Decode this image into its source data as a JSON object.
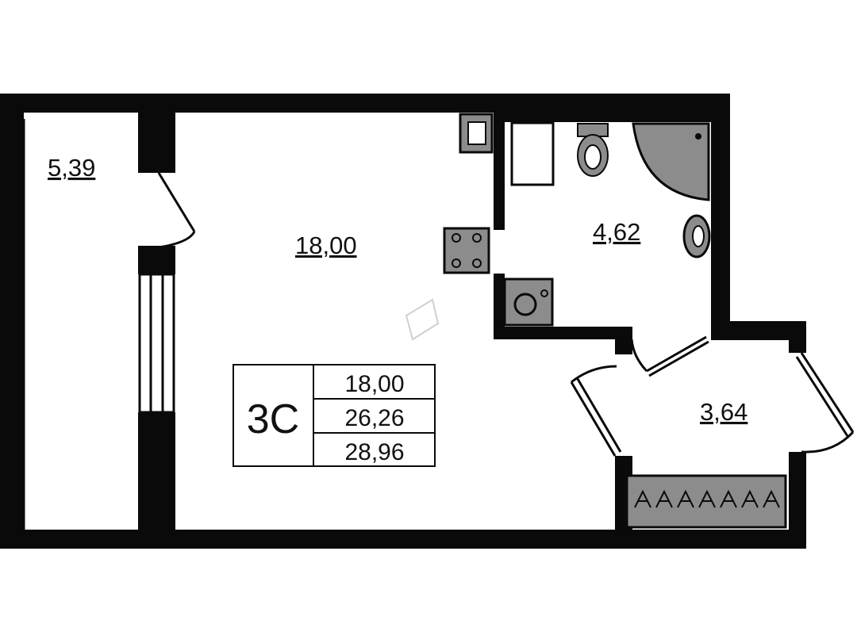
{
  "rooms": {
    "balcony_area": "5,39",
    "living_area": "18,00",
    "bathroom_area": "4,62",
    "hall_area": "3,64"
  },
  "summary": {
    "code": "3С",
    "living": "18,00",
    "total": "26,26",
    "total_with_balcony": "28,96"
  },
  "colors": {
    "wall": "#0a0a0a",
    "fixture_fill": "#8c8c8c",
    "background": "#ffffff"
  }
}
